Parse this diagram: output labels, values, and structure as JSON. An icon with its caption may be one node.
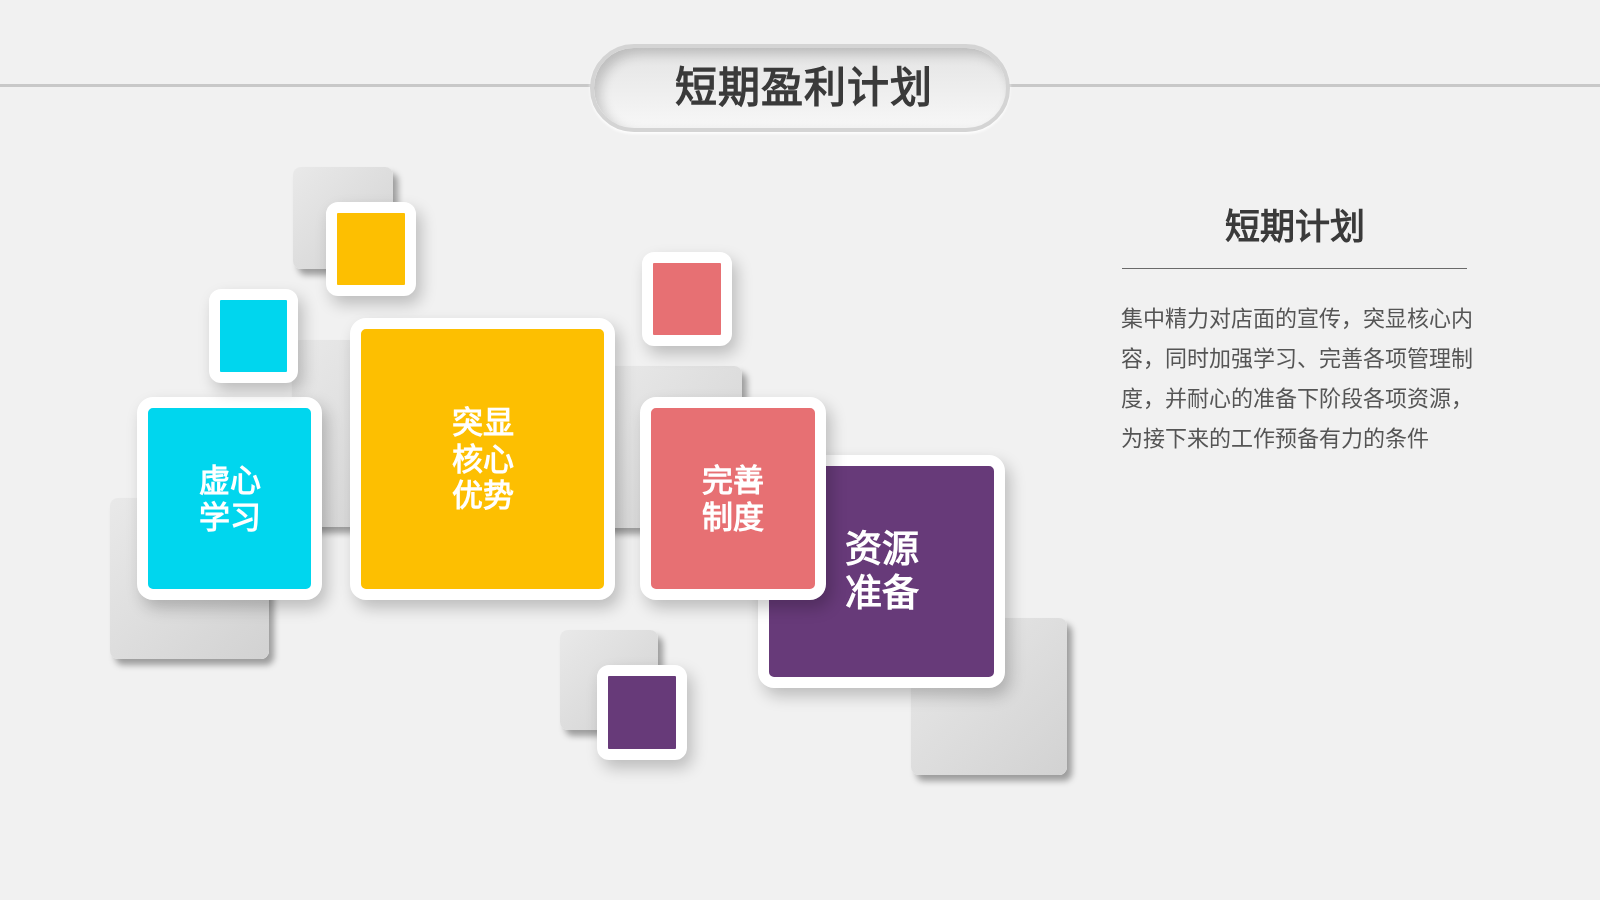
{
  "diagram": {
    "title": "短期盈利计划",
    "nodes": [
      {
        "text": [
          "虚心学习"
        ]
      },
      {
        "text": [
          "突显核心优势"
        ]
      },
      {
        "text": [
          "完善制度"
        ]
      },
      {
        "text": [
          "资源准备"
        ]
      },
      {
        "text": [],
        "shape": "box"
      },
      {
        "text": [],
        "shape": "box"
      },
      {
        "text": [],
        "shape": "box"
      },
      {
        "text": [],
        "shape": "box"
      }
    ],
    "labels": [
      "短期计划",
      "集中精力对店面的宣传，突显核心内容，同时加强学习、完善各项管理制度，并耐心的准备下阶段各项资源，为接下来的工作预备有力的条件"
    ]
  }
}
